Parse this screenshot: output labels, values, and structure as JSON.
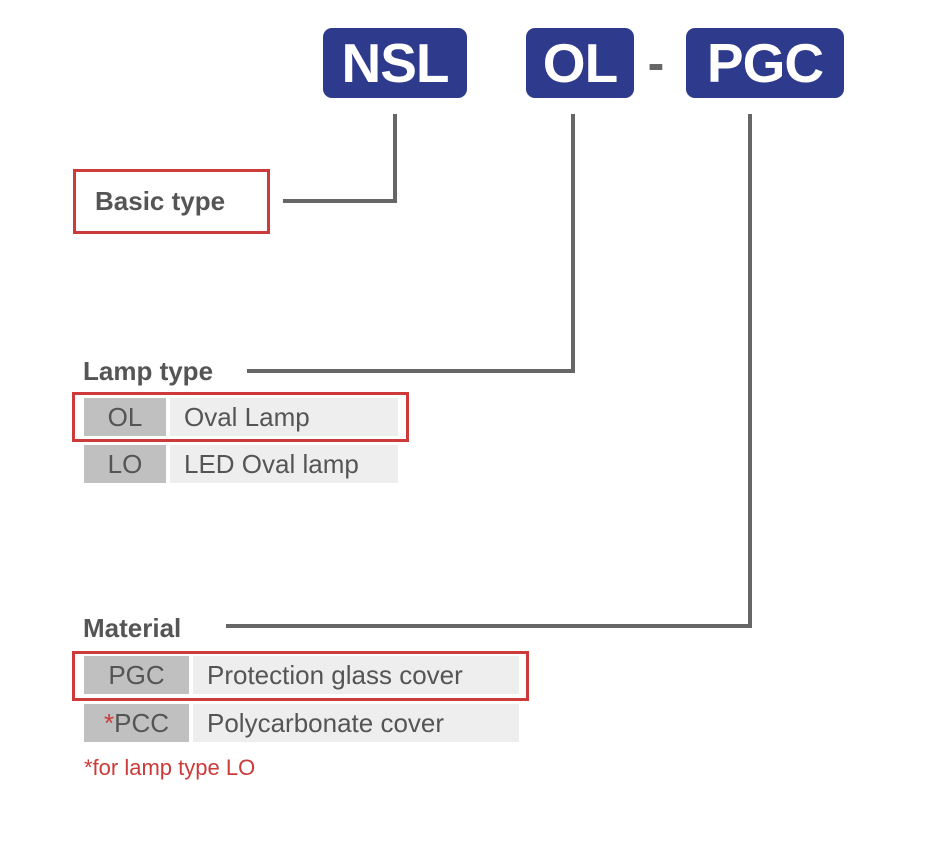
{
  "code": {
    "part1": "NSL",
    "part2": "OL",
    "separator": "-",
    "part3": "PGC"
  },
  "basic_type": {
    "label": "Basic type"
  },
  "lamp_type": {
    "heading": "Lamp type",
    "rows": [
      {
        "code": "OL",
        "description": "Oval Lamp"
      },
      {
        "code": "LO",
        "description": "LED Oval lamp"
      }
    ]
  },
  "material": {
    "heading": "Material",
    "rows": [
      {
        "code": "PGC",
        "description": "Protection glass cover"
      },
      {
        "code_star": "*",
        "code": "PCC",
        "description": "Polycarbonate cover"
      }
    ],
    "footnote": "*for lamp type LO"
  },
  "colors": {
    "code_box": "#2e3a8c",
    "line": "#666666",
    "text": "#555555",
    "highlight_border": "#cc3a3a",
    "code_cell_bg": "#c0c0c0",
    "desc_cell_bg": "#eeeeee",
    "footnote": "#cc3a3a"
  }
}
